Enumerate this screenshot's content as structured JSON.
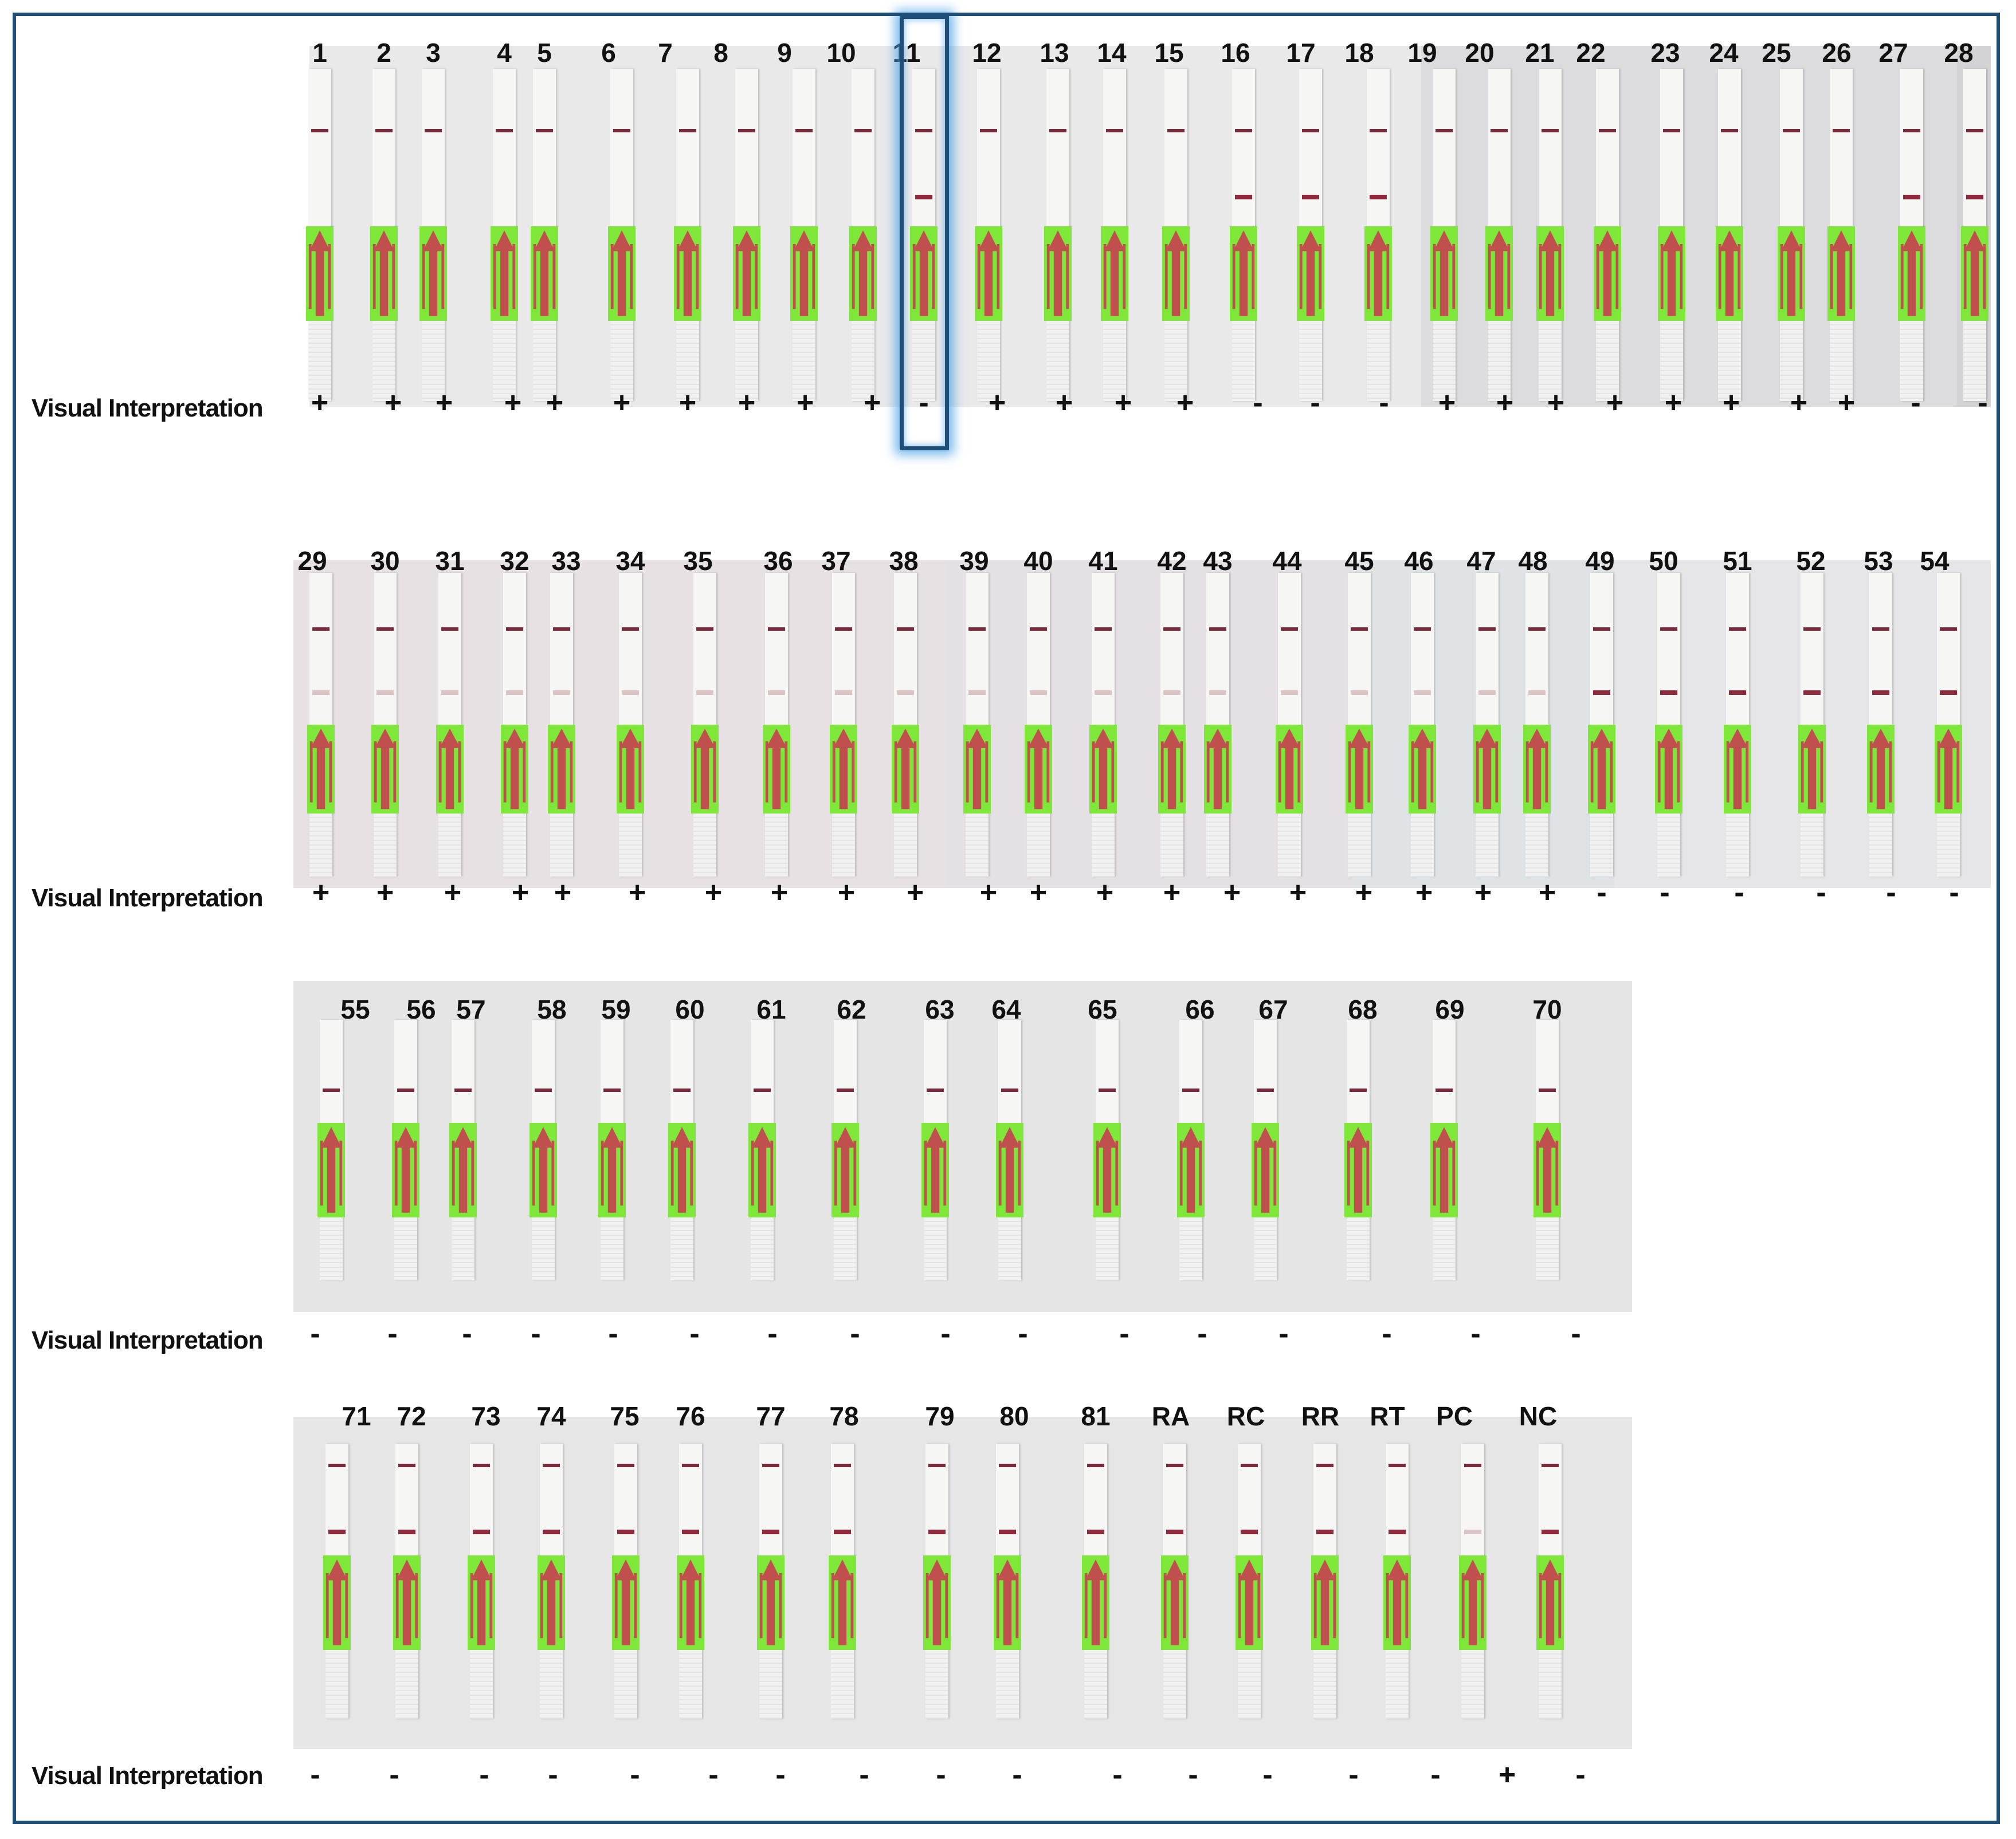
{
  "label": "Visual Interpretation",
  "colors": {
    "border": "#1F4E79",
    "highlight_glow": "#46A0E6",
    "pad_green": "#7FE63A",
    "arrow_red": "#C0504D",
    "control_line": "#7A2A3A",
    "test_line": "#8E2A3C"
  },
  "highlighted_strip": "11",
  "rows": [
    {
      "strips": [
        {
          "id": "1",
          "result": "+"
        },
        {
          "id": "2",
          "result": "+"
        },
        {
          "id": "3",
          "result": "+"
        },
        {
          "id": "4",
          "result": "+"
        },
        {
          "id": "5",
          "result": "+"
        },
        {
          "id": "6",
          "result": "+"
        },
        {
          "id": "7",
          "result": "+"
        },
        {
          "id": "8",
          "result": "+"
        },
        {
          "id": "9",
          "result": "+"
        },
        {
          "id": "10",
          "result": "+"
        },
        {
          "id": "11",
          "result": "-"
        },
        {
          "id": "12",
          "result": "+"
        },
        {
          "id": "13",
          "result": "+"
        },
        {
          "id": "14",
          "result": "+"
        },
        {
          "id": "15",
          "result": "+"
        },
        {
          "id": "16",
          "result": "-"
        },
        {
          "id": "17",
          "result": "-"
        },
        {
          "id": "18",
          "result": "-"
        },
        {
          "id": "19",
          "result": "+"
        },
        {
          "id": "20",
          "result": "+"
        },
        {
          "id": "21",
          "result": "+"
        },
        {
          "id": "22",
          "result": "+"
        },
        {
          "id": "23",
          "result": "+"
        },
        {
          "id": "24",
          "result": "+"
        },
        {
          "id": "25",
          "result": "+"
        },
        {
          "id": "26",
          "result": "+"
        },
        {
          "id": "27",
          "result": "-"
        },
        {
          "id": "28",
          "result": "-"
        }
      ]
    },
    {
      "strips": [
        {
          "id": "29",
          "result": "+"
        },
        {
          "id": "30",
          "result": "+"
        },
        {
          "id": "31",
          "result": "+"
        },
        {
          "id": "32",
          "result": "+"
        },
        {
          "id": "33",
          "result": "+"
        },
        {
          "id": "34",
          "result": "+"
        },
        {
          "id": "35",
          "result": "+"
        },
        {
          "id": "36",
          "result": "+"
        },
        {
          "id": "37",
          "result": "+"
        },
        {
          "id": "38",
          "result": "+"
        },
        {
          "id": "39",
          "result": "+"
        },
        {
          "id": "40",
          "result": "+"
        },
        {
          "id": "41",
          "result": "+"
        },
        {
          "id": "42",
          "result": "+"
        },
        {
          "id": "43",
          "result": "+"
        },
        {
          "id": "44",
          "result": "+"
        },
        {
          "id": "45",
          "result": "+"
        },
        {
          "id": "46",
          "result": "+"
        },
        {
          "id": "47",
          "result": "+"
        },
        {
          "id": "48",
          "result": "+"
        },
        {
          "id": "49",
          "result": "-"
        },
        {
          "id": "50",
          "result": "-"
        },
        {
          "id": "51",
          "result": "-"
        },
        {
          "id": "52",
          "result": "-"
        },
        {
          "id": "53",
          "result": "-"
        },
        {
          "id": "54",
          "result": "-"
        }
      ]
    },
    {
      "strips": [
        {
          "id": "55",
          "result": "-"
        },
        {
          "id": "56",
          "result": "-"
        },
        {
          "id": "57",
          "result": "-"
        },
        {
          "id": "58",
          "result": "-"
        },
        {
          "id": "59",
          "result": "-"
        },
        {
          "id": "60",
          "result": "-"
        },
        {
          "id": "61",
          "result": "-"
        },
        {
          "id": "62",
          "result": "-"
        },
        {
          "id": "63",
          "result": "-"
        },
        {
          "id": "64",
          "result": "-"
        },
        {
          "id": "65",
          "result": "-"
        },
        {
          "id": "66",
          "result": "-"
        },
        {
          "id": "67",
          "result": "-"
        },
        {
          "id": "68",
          "result": "-"
        },
        {
          "id": "69",
          "result": "-"
        },
        {
          "id": "70",
          "result": "-"
        }
      ]
    },
    {
      "strips": [
        {
          "id": "71",
          "result": "-"
        },
        {
          "id": "72",
          "result": "-"
        },
        {
          "id": "73",
          "result": "-"
        },
        {
          "id": "74",
          "result": "-"
        },
        {
          "id": "75",
          "result": "-"
        },
        {
          "id": "76",
          "result": "-"
        },
        {
          "id": "77",
          "result": "-"
        },
        {
          "id": "78",
          "result": "-"
        },
        {
          "id": "79",
          "result": "-"
        },
        {
          "id": "80",
          "result": "-"
        },
        {
          "id": "81",
          "result": "-"
        },
        {
          "id": "RA",
          "result": "-"
        },
        {
          "id": "RC",
          "result": "-"
        },
        {
          "id": "RR",
          "result": "-"
        },
        {
          "id": "RT",
          "result": "-"
        },
        {
          "id": "PC",
          "result": "+"
        },
        {
          "id": "NC",
          "result": "-"
        }
      ]
    }
  ]
}
